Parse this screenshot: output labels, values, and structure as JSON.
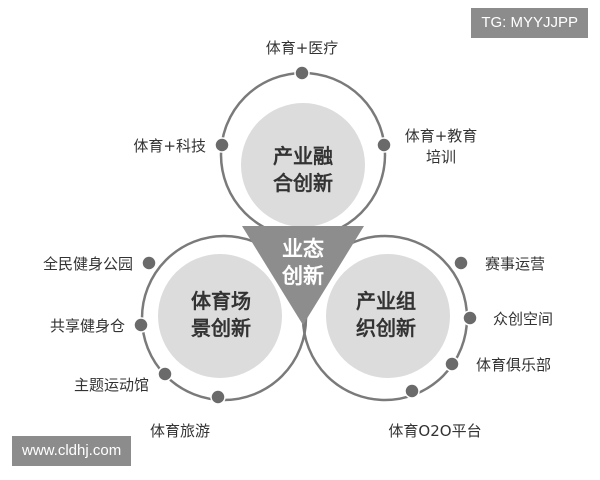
{
  "watermarks": {
    "top_right": "TG: MYYJJPP",
    "bottom_left": "www.cldhj.com"
  },
  "center": {
    "line1": "业态",
    "line2": "创新"
  },
  "circles": {
    "top": {
      "line1": "产业融",
      "line2": "合创新"
    },
    "left": {
      "line1": "体育场",
      "line2": "景创新"
    },
    "right": {
      "line1": "产业组",
      "line2": "织创新"
    }
  },
  "nodes": {
    "top": [
      "体育+医疗",
      "体育+科技",
      "体育+教育",
      "培训"
    ],
    "left": [
      "全民健身公园",
      "共享健身仓",
      "主题运动馆",
      "体育旅游"
    ],
    "right": [
      "赛事运营",
      "众创空间",
      "体育俱乐部",
      "体育O2O平台"
    ]
  },
  "colors": {
    "ring": "#7a7a7a",
    "inner_fill": "#dcdcdc",
    "triangle": "#8d8d8d",
    "dot": "#6a6a6a",
    "text": "#333333",
    "center_text": "#ffffff"
  }
}
